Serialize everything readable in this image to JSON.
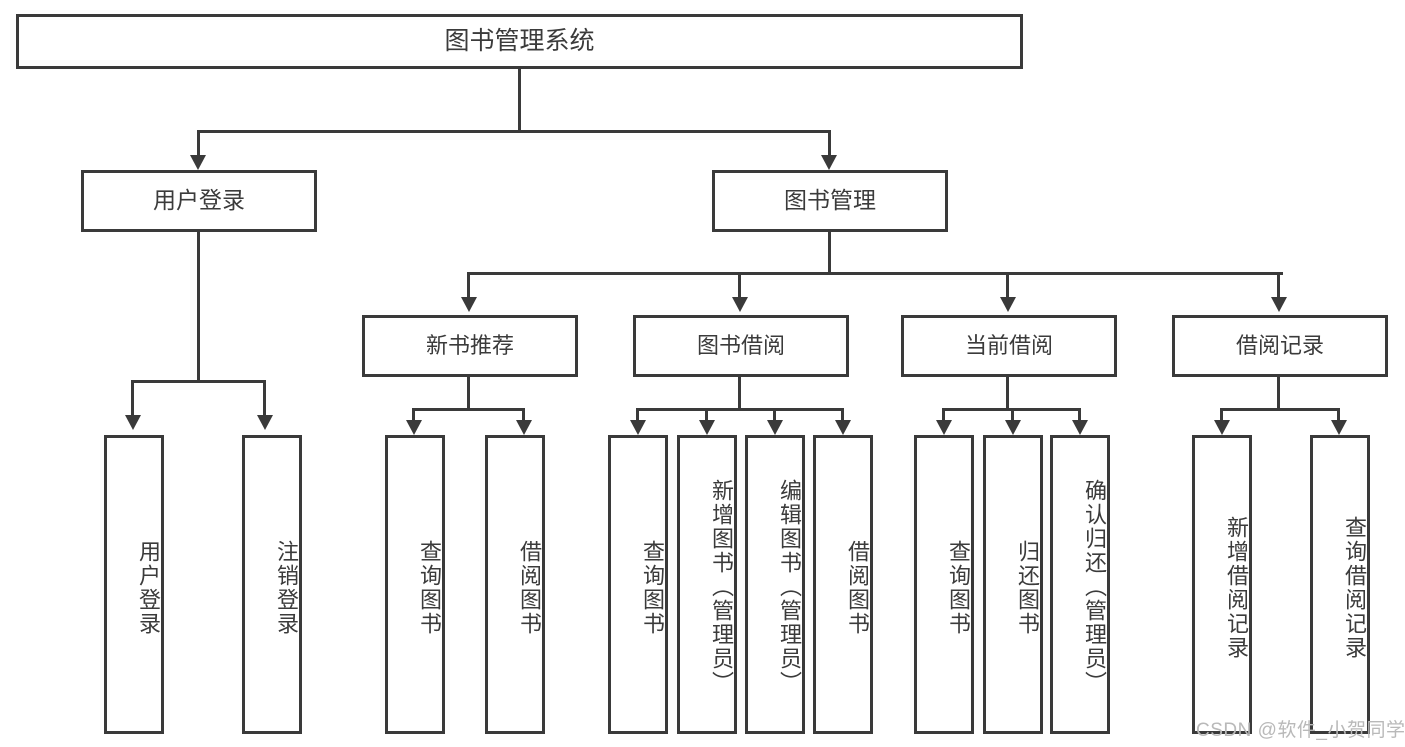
{
  "diagram": {
    "title": "图书管理系统",
    "type": "tree-hierarchy",
    "root": {
      "label": "图书管理系统"
    },
    "level2": [
      {
        "label": "用户登录"
      },
      {
        "label": "图书管理"
      }
    ],
    "level3": [
      {
        "label": "新书推荐"
      },
      {
        "label": "图书借阅"
      },
      {
        "label": "当前借阅"
      },
      {
        "label": "借阅记录"
      }
    ],
    "leaves": {
      "user_login": [
        {
          "label": "用户登录"
        },
        {
          "label": "注销登录"
        }
      ],
      "new_book_recommend": [
        {
          "label": "查询图书"
        },
        {
          "label": "借阅图书"
        }
      ],
      "book_borrow": [
        {
          "label": "查询图书"
        },
        {
          "label": "新增图书（管理员）"
        },
        {
          "label": "编辑图书（管理员）"
        },
        {
          "label": "借阅图书"
        }
      ],
      "current_borrow": [
        {
          "label": "查询图书"
        },
        {
          "label": "归还图书"
        },
        {
          "label": "确认归还（管理员）"
        }
      ],
      "borrow_record": [
        {
          "label": "新增借阅记录"
        },
        {
          "label": "查询借阅记录"
        }
      ]
    }
  },
  "watermark": {
    "text": "CSDN @软件_小贺同学"
  },
  "colors": {
    "stroke": "#3a3a3a",
    "text": "#3b3b3b",
    "background": "#ffffff",
    "watermark": "#b9b9b9"
  }
}
